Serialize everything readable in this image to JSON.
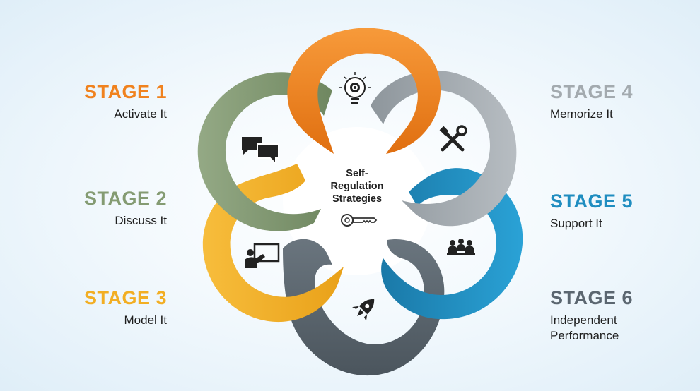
{
  "center": {
    "lines": [
      "Self-",
      "Regulation",
      "Strategies"
    ],
    "icon": "key-icon"
  },
  "stages": [
    {
      "title": "STAGE 1",
      "subtitle_lines": [
        "Activate It"
      ],
      "color": "#f0821e",
      "icon": "lightbulb-gear-icon"
    },
    {
      "title": "STAGE 2",
      "subtitle_lines": [
        "Discuss It"
      ],
      "color": "#849b72",
      "icon": "speech-bubbles-icon"
    },
    {
      "title": "STAGE 3",
      "subtitle_lines": [
        "Model It"
      ],
      "color": "#f2ae23",
      "icon": "presenter-board-icon"
    },
    {
      "title": "STAGE 4",
      "subtitle_lines": [
        "Memorize It"
      ],
      "color": "#a3aaaf",
      "icon": "tools-icon"
    },
    {
      "title": "STAGE 5",
      "subtitle_lines": [
        "Support It"
      ],
      "color": "#1f8dc0",
      "icon": "group-meeting-icon"
    },
    {
      "title": "STAGE 6",
      "subtitle_lines": [
        "Independent",
        "Performance"
      ],
      "color": "#5b6670",
      "icon": "rocket-icon"
    }
  ]
}
